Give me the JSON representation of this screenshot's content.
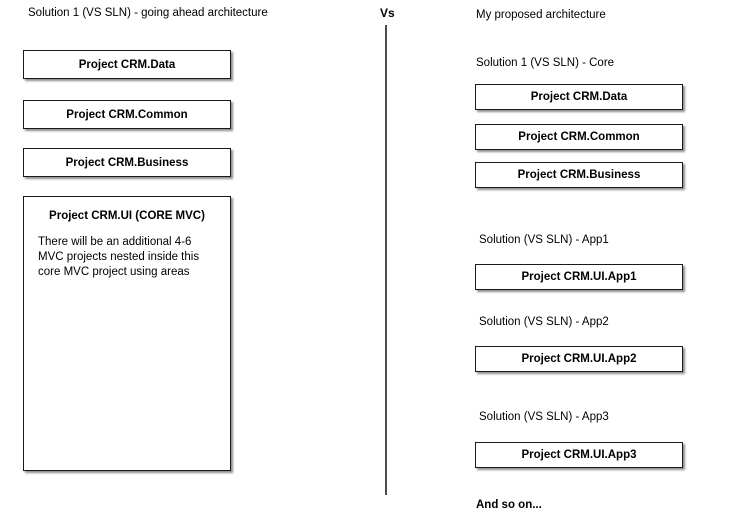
{
  "left": {
    "heading": "Solution 1 (VS SLN) - going ahead architecture",
    "boxes": [
      {
        "title": "Project CRM.Data"
      },
      {
        "title": "Project CRM.Common"
      },
      {
        "title": "Project CRM.Business"
      }
    ],
    "ui_box": {
      "title": "Project CRM.UI (CORE MVC)",
      "body": "There will be an additional 4-6 MVC projects nested inside this core MVC project using areas"
    }
  },
  "divider": {
    "vs_label": "Vs"
  },
  "right": {
    "heading": "My proposed architecture",
    "groups": [
      {
        "label": "Solution 1 (VS SLN) - Core",
        "boxes": [
          {
            "title": "Project CRM.Data"
          },
          {
            "title": "Project CRM.Common"
          },
          {
            "title": "Project CRM.Business"
          }
        ]
      },
      {
        "label": "Solution (VS SLN) - App1",
        "boxes": [
          {
            "title": "Project CRM.UI.App1"
          }
        ]
      },
      {
        "label": "Solution (VS SLN) - App2",
        "boxes": [
          {
            "title": "Project CRM.UI.App2"
          }
        ]
      },
      {
        "label": "Solution (VS SLN) - App3",
        "boxes": [
          {
            "title": "Project CRM.UI.App3"
          }
        ]
      }
    ],
    "footer": "And so on..."
  }
}
